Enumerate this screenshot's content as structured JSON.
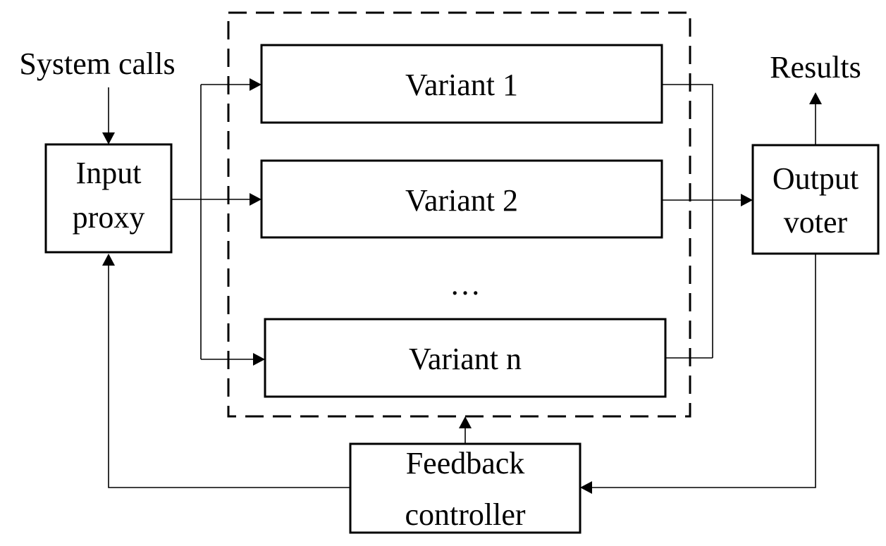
{
  "labels": {
    "system_calls": "System calls",
    "results": "Results",
    "input_proxy_line1": "Input",
    "input_proxy_line2": "proxy",
    "output_voter_line1": "Output",
    "output_voter_line2": "voter",
    "feedback_controller_line1": "Feedback",
    "feedback_controller_line2": "controller",
    "ellipsis": "…"
  },
  "variants": [
    {
      "label": "Variant 1"
    },
    {
      "label": "Variant 2"
    },
    {
      "label": "Variant n"
    }
  ],
  "colors": {
    "stroke": "#000000",
    "background": "#ffffff"
  }
}
